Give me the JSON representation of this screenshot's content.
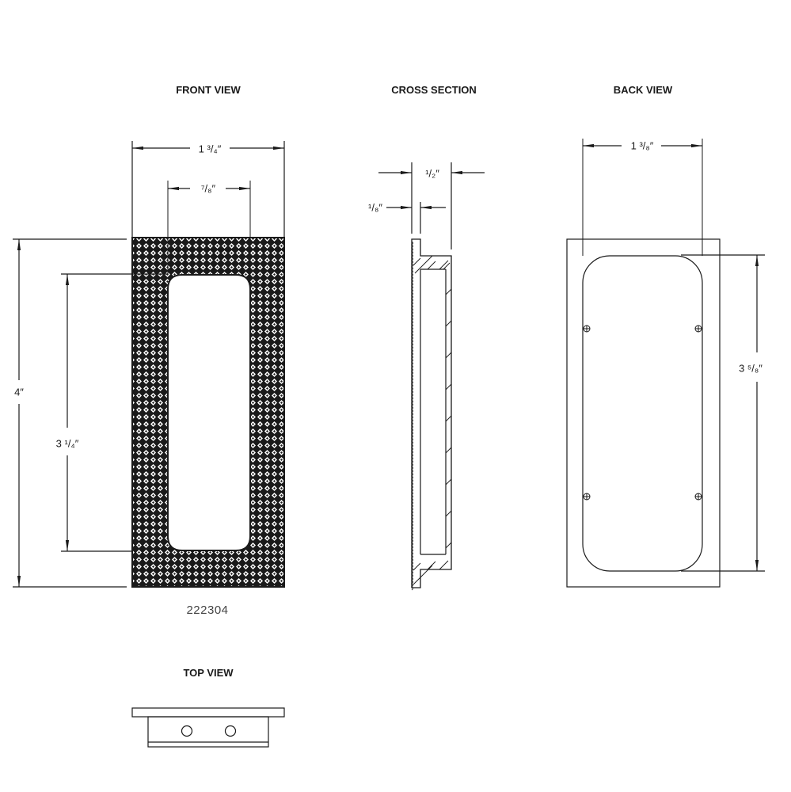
{
  "views": {
    "front": {
      "title": "FRONT VIEW"
    },
    "cross_section": {
      "title": "CROSS SECTION"
    },
    "back": {
      "title": "BACK VIEW"
    },
    "top": {
      "title": "TOP VIEW"
    }
  },
  "dimensions": {
    "front_overall_width": "1 ³/₄″",
    "front_opening_width": "⁷/₈″",
    "front_overall_height": "4″",
    "front_opening_height": "3 ¹/₄″",
    "cross_depth": "¹/₂″",
    "cross_flange": "¹/₈″",
    "back_width": "1 ³/₈″",
    "back_height": "3 ⁵/₈″"
  },
  "part_number": "222304",
  "colors": {
    "line": "#1a1a1a",
    "background": "#ffffff",
    "part_number_text": "#444444"
  }
}
